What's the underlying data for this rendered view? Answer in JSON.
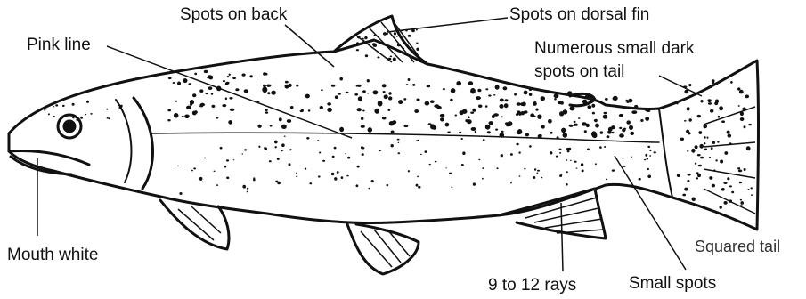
{
  "labels": {
    "spots_on_back": "Spots on back",
    "spots_on_dorsal_fin": "Spots on dorsal fin",
    "pink_line": "Pink line",
    "tail_spots_line1": "Numerous small dark",
    "tail_spots_line2": "spots on tail",
    "mouth_white": "Mouth white",
    "squared_tail": "Squared tail",
    "rays": "9 to 12 rays",
    "small_spots": "Small spots"
  },
  "colors": {
    "ink": "#111111",
    "background": "#ffffff"
  }
}
